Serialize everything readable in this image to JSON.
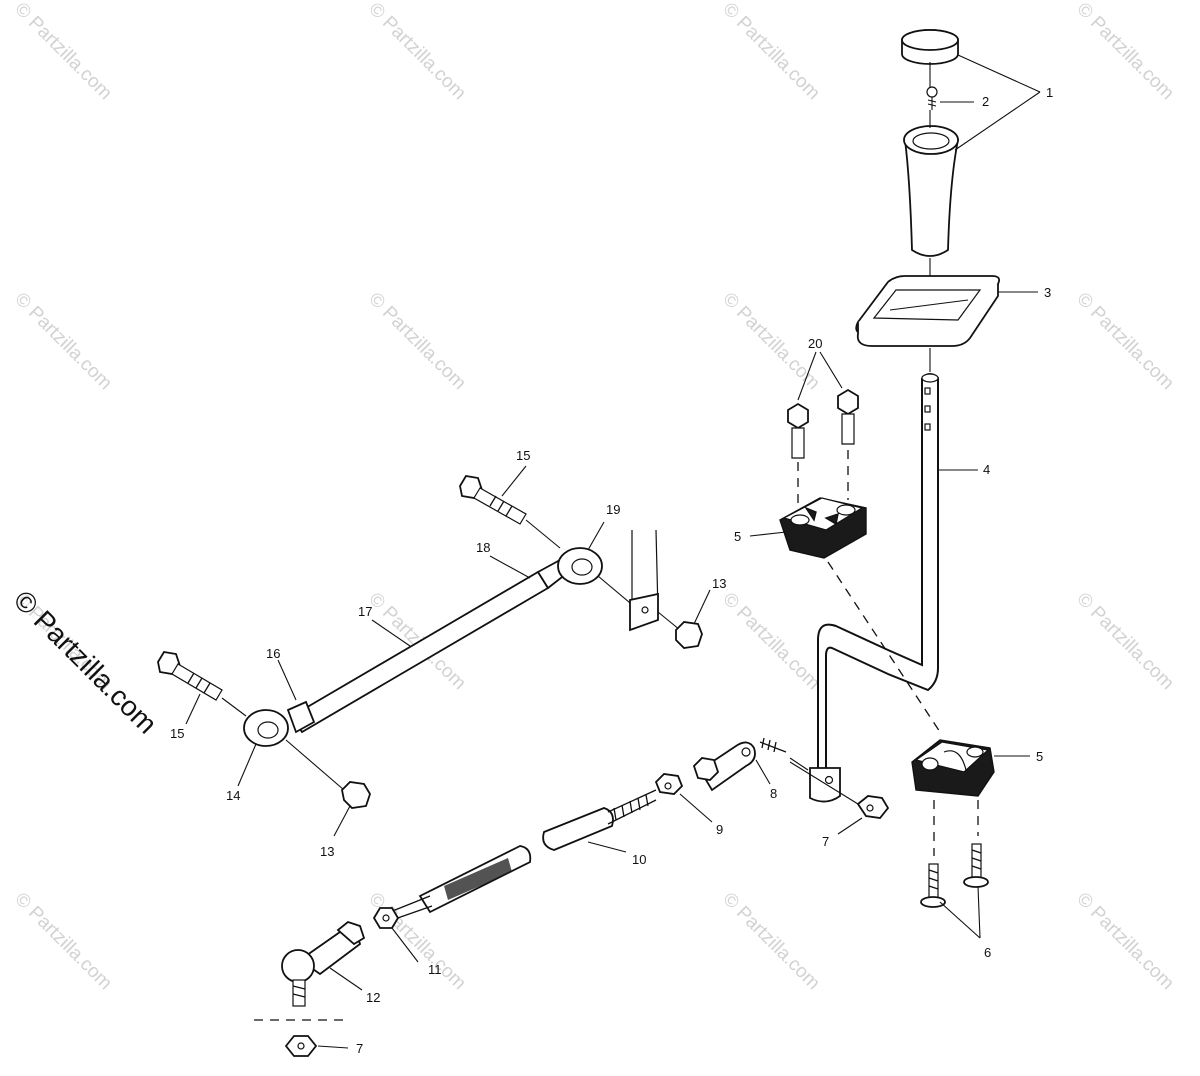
{
  "watermark_text": "© Partzilla.com",
  "brand_text": "© Partzilla.com",
  "callouts": [
    "1",
    "2",
    "3",
    "4",
    "5",
    "5",
    "6",
    "7",
    "7",
    "8",
    "9",
    "10",
    "11",
    "12",
    "13",
    "13",
    "14",
    "15",
    "15",
    "16",
    "17",
    "18",
    "19",
    "20"
  ],
  "parts": [
    {
      "id": "knob-cap"
    },
    {
      "id": "screw"
    },
    {
      "id": "shift-knob"
    },
    {
      "id": "boot"
    },
    {
      "id": "shift-lever"
    },
    {
      "id": "bracket-upper"
    },
    {
      "id": "bracket-lower"
    },
    {
      "id": "bracket-bolts"
    },
    {
      "id": "lever-nut"
    },
    {
      "id": "rod-end"
    },
    {
      "id": "jam-nut"
    },
    {
      "id": "link-rod"
    },
    {
      "id": "jam-nut-2"
    },
    {
      "id": "ball-joint"
    },
    {
      "id": "tie-rod"
    },
    {
      "id": "tie-rod-bolts"
    },
    {
      "id": "tie-rod-nuts"
    },
    {
      "id": "upper-bolts"
    }
  ]
}
